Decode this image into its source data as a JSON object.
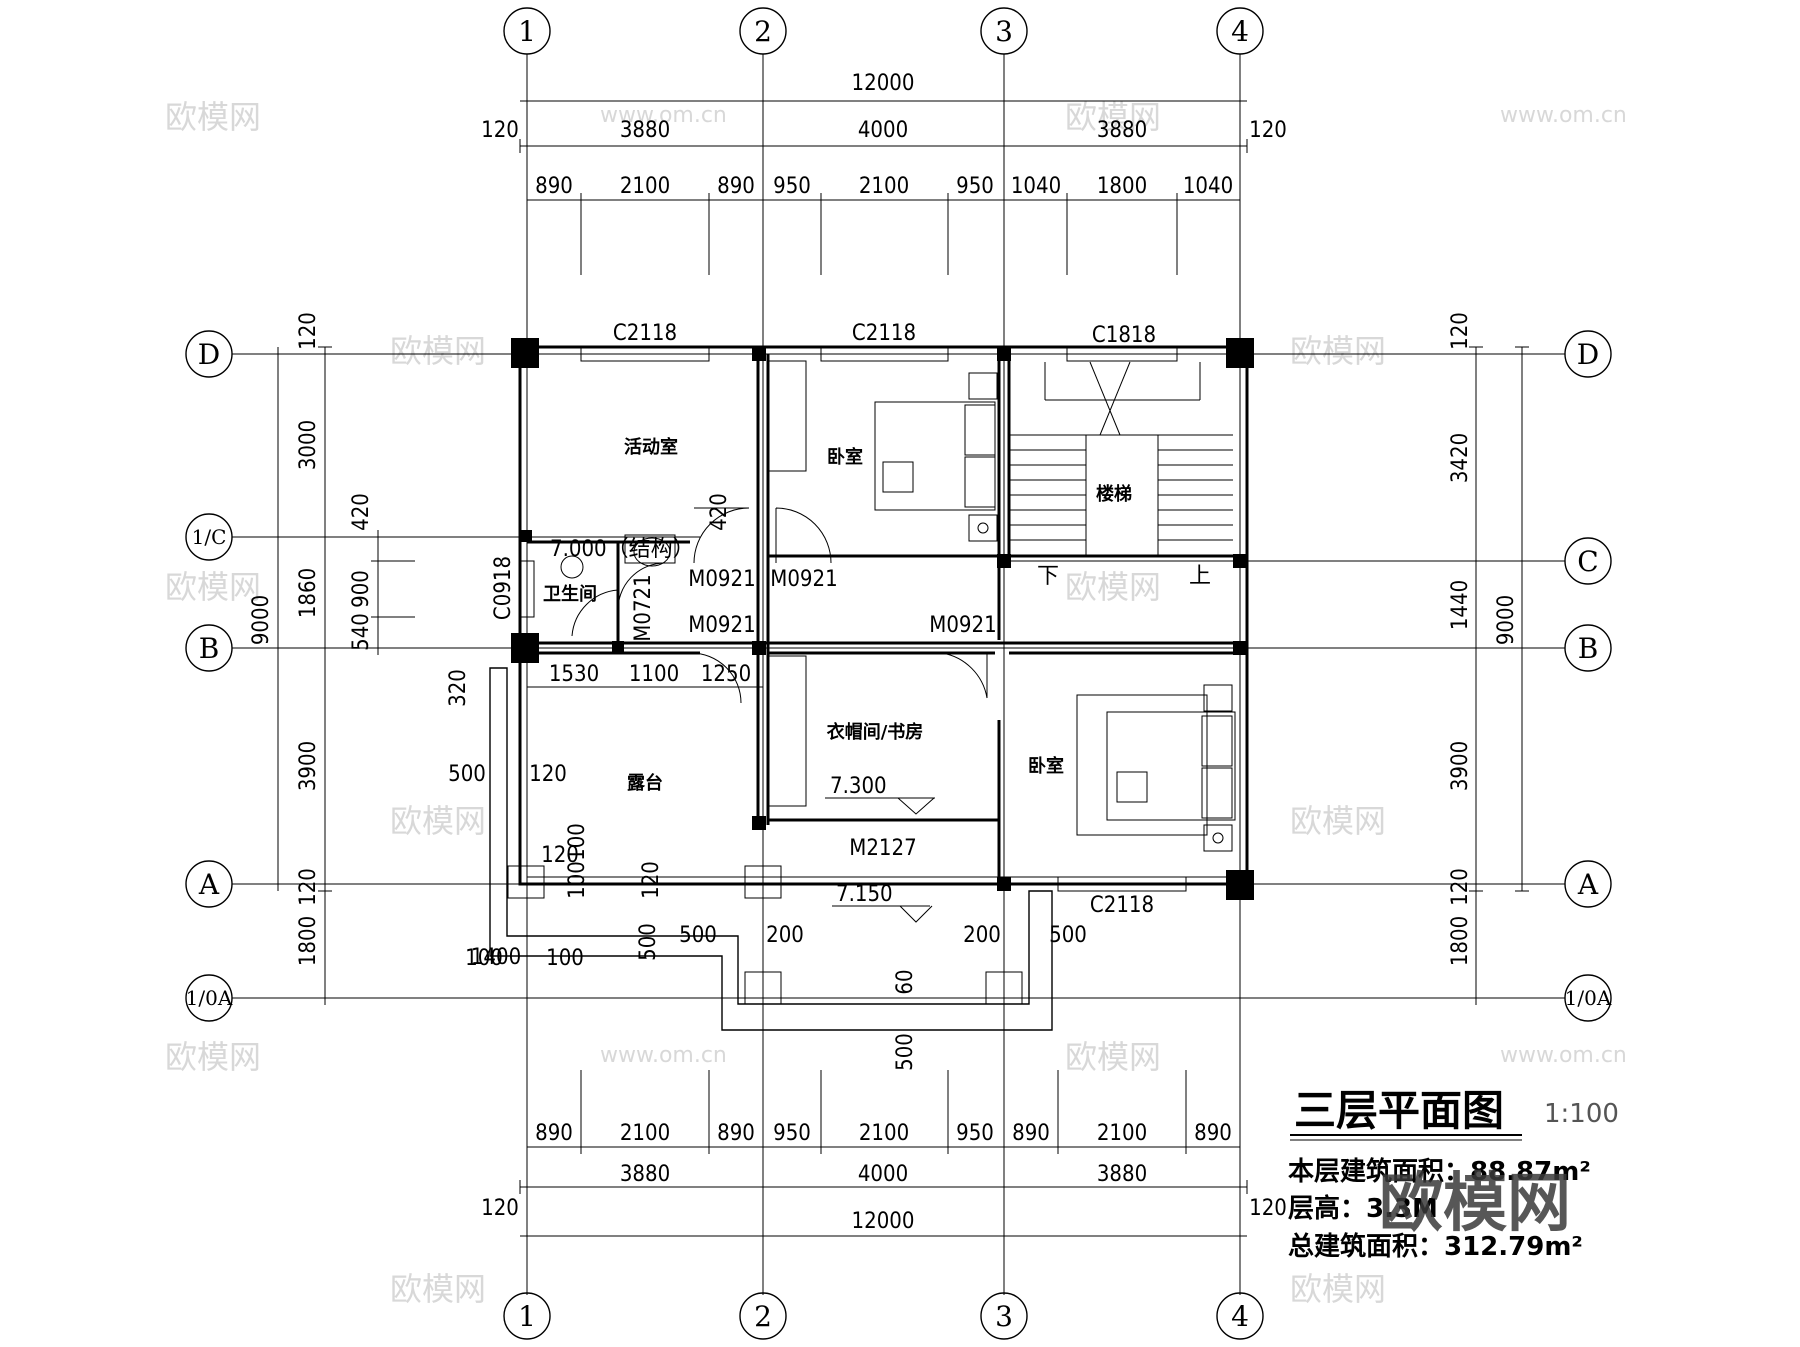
{
  "title_block": {
    "title": "三层平面图",
    "scale": "1:100",
    "floor_area": "本层建筑面积：88.87m²",
    "floor_height": "层高：3.3M",
    "total_area": "总建筑面积：312.79m²"
  },
  "watermark": {
    "brand": "欧模网",
    "url": "www.om.cn"
  },
  "axes": {
    "vertical": [
      "1",
      "2",
      "3",
      "4"
    ],
    "horizontal": [
      "D",
      "1/C",
      "C",
      "B",
      "A",
      "1/0A"
    ]
  },
  "dims_top": {
    "total": "12000",
    "edge_left": "120",
    "edge_right": "120",
    "bays": [
      "3880",
      "4000",
      "3880"
    ],
    "details": [
      "890",
      "2100",
      "890",
      "950",
      "2100",
      "950",
      "1040",
      "1800",
      "1040"
    ]
  },
  "dims_bottom": {
    "total": "12000",
    "edge_left": "120",
    "edge_right": "120",
    "bays": [
      "3880",
      "4000",
      "3880"
    ],
    "details": [
      "890",
      "2100",
      "890",
      "950",
      "2100",
      "950",
      "890",
      "2100",
      "890"
    ]
  },
  "dims_left": {
    "total": "9000",
    "segments": [
      "120",
      "3000",
      "1860",
      "3900",
      "120",
      "1800"
    ],
    "sub": [
      "420",
      "900",
      "540"
    ],
    "misc": [
      "320",
      "500",
      "120"
    ]
  },
  "dims_right": {
    "total": "9000",
    "segments": [
      "120",
      "3420",
      "1440",
      "3900",
      "120",
      "1800"
    ]
  },
  "rooms": {
    "activity": "活动室",
    "bedroom_n": "卧室",
    "stair": "楼梯",
    "bath": "卫生间",
    "terrace": "露台",
    "study": "衣帽间/书房",
    "bedroom_s": "卧室"
  },
  "openings": {
    "c2118_a": "C2118",
    "c2118_b": "C2118",
    "c1818": "C1818",
    "c2118_s": "C2118",
    "c0918": "C0918",
    "m0921_a": "M0921",
    "m0921_b": "M0921",
    "m0921_c": "M0921",
    "m0921_d": "M0921",
    "m0721": "M0721",
    "m2127": "M2127"
  },
  "levels": {
    "bath": "7.000（结构）",
    "study": "7.300",
    "balcony": "7.150"
  },
  "stair_marks": {
    "down": "下",
    "up": "上"
  },
  "misc_dims": {
    "b_row": [
      "1530",
      "1100",
      "1250"
    ],
    "terrace": [
      "120",
      "100",
      "100",
      "120",
      "1400",
      "100",
      "100",
      "500",
      "500",
      "200",
      "200",
      "500",
      "60",
      "500"
    ],
    "bath_420": "420"
  }
}
